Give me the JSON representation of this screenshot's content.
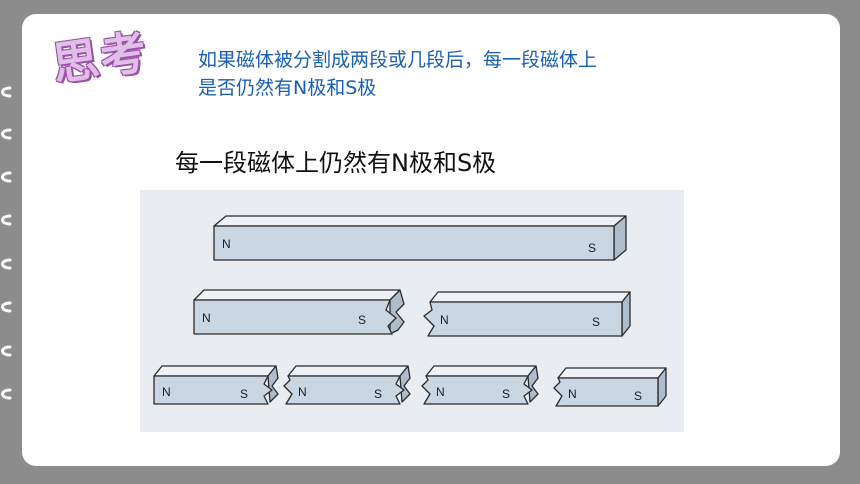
{
  "heading": "思考",
  "question_line1": "如果磁体被分割成两段或几段后，每一段磁体上",
  "question_line2": "是否仍然有N极和S极",
  "answer": "每一段磁体上仍然有N极和S极",
  "magnets": {
    "row1": [
      {
        "n": "N",
        "s": "S"
      }
    ],
    "row2": [
      {
        "n": "N",
        "s": "S"
      },
      {
        "n": "N",
        "s": "S"
      }
    ],
    "row3": [
      {
        "n": "N",
        "s": "S"
      },
      {
        "n": "N",
        "s": "S"
      },
      {
        "n": "N",
        "s": "S"
      },
      {
        "n": "N",
        "s": "S"
      }
    ]
  },
  "colors": {
    "question": "#1a5fb4",
    "heading": "#e0bfe6",
    "magnet_front": "#c9d6e3",
    "figure_bg": "#e9edf1"
  }
}
